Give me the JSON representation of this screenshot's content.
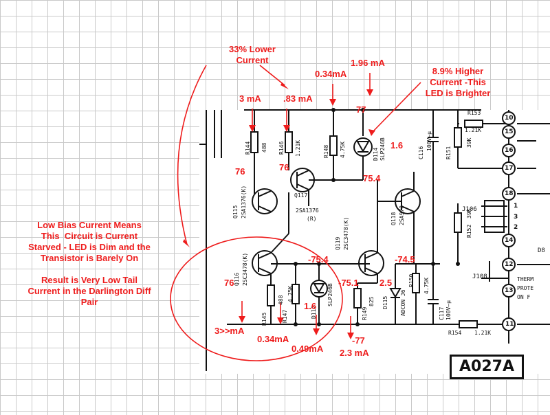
{
  "annotations": {
    "lower_current": "33% Lower\nCurrent",
    "higher_current": "8.9% Higher\nCurrent -This\nLED is Brighter",
    "low_bias": "Low Bias Current Means\nThis  Circuit is Current\nStarved - LED is Dim and the\nTransistor is Barely On\n\nResult is Very Low Tail\nCurrent in the Darlington Diff\nPair"
  },
  "measurements": {
    "i_3ma": "3 mA",
    "i_083ma": ".83 mA",
    "i_034ma_top": "0.34mA",
    "i_196ma": "1.96 mA",
    "v_77": "77",
    "v_16_top": "1.6",
    "v_76_a": "76",
    "v_76_b": "76",
    "v_754_right": "75.4",
    "v_754_neg": "-75.4",
    "v_751": "-75.1",
    "v_745": "-74.5",
    "v_25": "2.5",
    "v_16_bot": "1.6",
    "v_76_c": "76",
    "i_3ma_bot": "3>>mA",
    "i_034ma_bot": "0.34mA",
    "i_049ma": "0.49mA",
    "v_77_neg": "-77",
    "i_23ma": "2.3 mA"
  },
  "components": {
    "r144": "R144",
    "r144_val": "488",
    "r146": "R146",
    "r146_val": "1.21K",
    "r148": "R148",
    "r148_val": "4.75K",
    "d114": "D114",
    "d114_val": "SLP246B",
    "c116": "C116",
    "c116_val": "100V—μ",
    "r151": "R151",
    "r151_val": "39K",
    "r153": "R153",
    "r153_val": "1.21K",
    "q115": "Q115",
    "q115_val": "2SA1376(K)",
    "q117": "Q117",
    "q117_val": "2SA1376",
    "q117_rank": "(R)",
    "q118": "Q118",
    "q118_val": "2SA970",
    "q116": "Q116",
    "q116_val": "2SC3478(K)",
    "q119": "Q119",
    "q119_val": "2SC3478(K)",
    "r152": "R152",
    "r152_val": "39K",
    "r145": "R145",
    "r145_val": "488",
    "r147": "R147",
    "r147_val": "4.75K",
    "d112": "D112",
    "d112_val": "SLP246B",
    "r149": "R149",
    "r149_val": "825",
    "d115": "D115",
    "d115_val": "ADCON J6",
    "r150": "R150",
    "r150_val": "4.75K",
    "c117": "C117",
    "c117_val": "100V—μ",
    "r154": "R154",
    "r154_val": "1.21K",
    "j106": "J106",
    "j108": "J108",
    "therm": "THERM\nPROTE\nON F",
    "d8": "D8",
    "board_id": "A027A"
  },
  "pins": [
    "10",
    "15",
    "16",
    "17",
    "18",
    "1",
    "3",
    "2",
    "14",
    "12",
    "13",
    "11"
  ],
  "colors": {
    "annotation": "#ee1c1c",
    "ink": "#111111",
    "grid": "#c9c9c9"
  }
}
